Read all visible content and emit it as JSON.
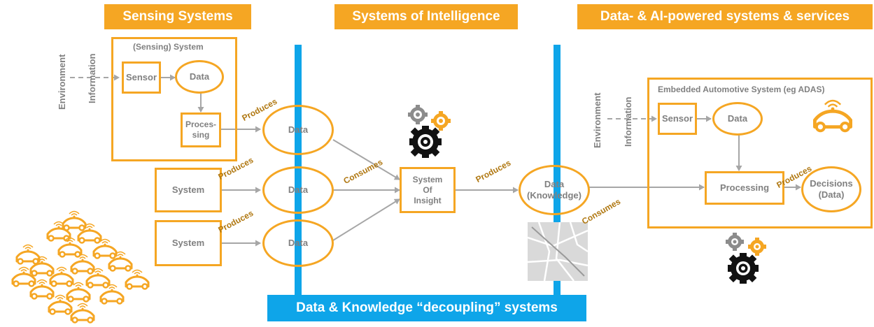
{
  "banners": {
    "sensing": "Sensing Systems",
    "intelligence": "Systems of Intelligence",
    "services": "Data- & AI-powered systems & services",
    "decoupling": "Data & Knowledge “decoupling” systems"
  },
  "left": {
    "environment": "Environment",
    "information": "Information",
    "frame_title": "(Sensing) System",
    "sensor": "Sensor",
    "data": "Data",
    "processing": "Proces-\nsing"
  },
  "middle": {
    "data_1": "Data",
    "data_2": "Data",
    "data_3": "Data",
    "system_1": "System",
    "system_2": "System",
    "produces_1": "Produces",
    "produces_2": "Produces",
    "produces_3": "Produces",
    "consumes": "Consumes",
    "soi": "System\nOf\nInsight",
    "produces_4": "Produces",
    "knowledge": "Data\n(Knowledge)"
  },
  "right": {
    "environment": "Environment",
    "information": "Information",
    "frame_title": "Embedded Automotive System (eg ADAS)",
    "sensor": "Sensor",
    "data": "Data",
    "processing": "Processing",
    "decisions": "Decisions\n(Data)",
    "produces": "Produces",
    "consumes": "Consumes"
  },
  "colors": {
    "orange": "#f5a623",
    "blue": "#0ea5e9",
    "gray": "#808080",
    "label_brown": "#b07812"
  },
  "icons": [
    "gears-icon",
    "connected-car-icon",
    "car-fleet-icon",
    "map-icon"
  ]
}
